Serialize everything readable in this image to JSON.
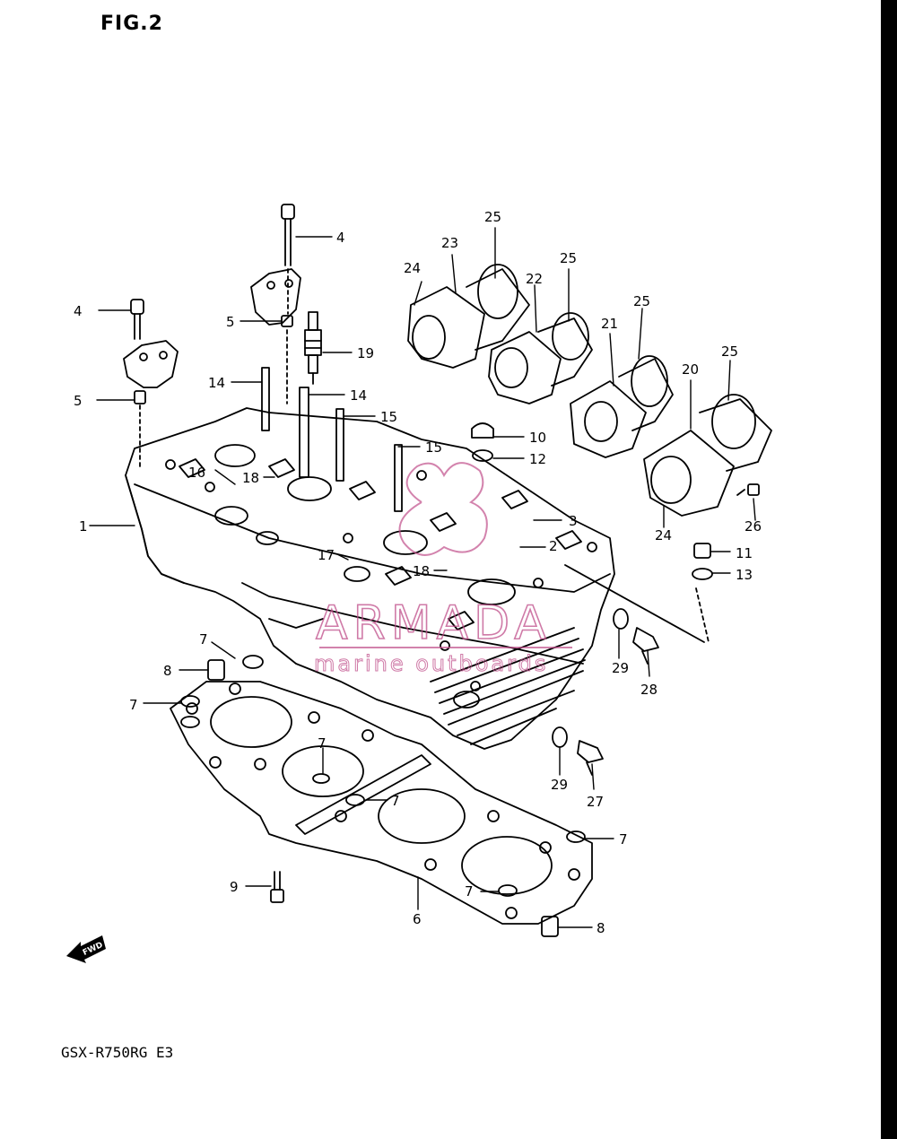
{
  "figure_title": "FIG.2",
  "model_code": "GSX-R750RG E3",
  "watermark": {
    "name": "ARMADA",
    "tagline": "marine outboards",
    "color": "#c04e8a"
  },
  "direction_marker": {
    "label": "FWD",
    "icon": "fwd-arrow-icon"
  },
  "callouts": [
    "1",
    "2",
    "3",
    "4",
    "4",
    "5",
    "5",
    "6",
    "7",
    "7",
    "7",
    "7",
    "7",
    "7",
    "8",
    "8",
    "9",
    "10",
    "11",
    "12",
    "13",
    "14",
    "14",
    "15",
    "15",
    "16",
    "17",
    "18",
    "18",
    "19",
    "20",
    "21",
    "22",
    "23",
    "24",
    "24",
    "25",
    "25",
    "25",
    "25",
    "26",
    "27",
    "28",
    "29",
    "29"
  ]
}
